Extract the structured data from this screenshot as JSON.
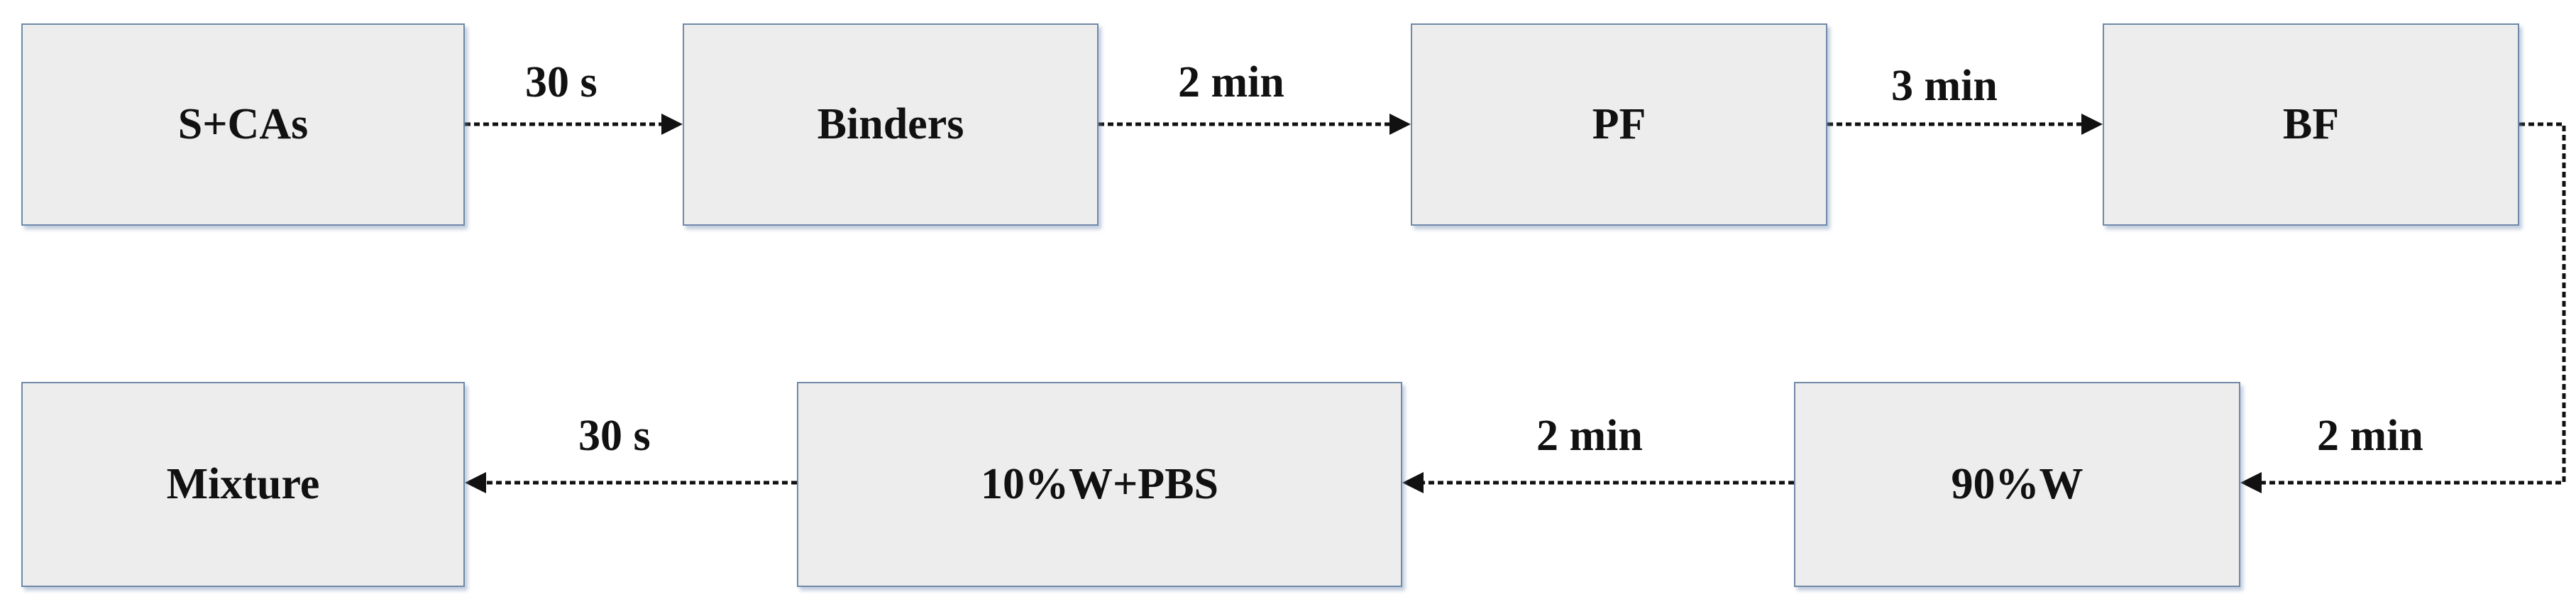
{
  "nodes": {
    "s_cas": "S+CAs",
    "binders": "Binders",
    "pf": "PF",
    "bf": "BF",
    "w90": "90%W",
    "w10_pbs": "10%W+PBS",
    "mixture": "Mixture"
  },
  "edges": {
    "s_cas_to_binders": "30 s",
    "binders_to_pf": "2 min",
    "pf_to_bf": "3 min",
    "bf_to_w90": "2 min",
    "w90_to_w10_pbs": "2 min",
    "w10_pbs_to_mixture": "30 s"
  },
  "colors": {
    "box_fill": "#ededed",
    "box_border": "#6f89a8",
    "connector": "#111111"
  }
}
